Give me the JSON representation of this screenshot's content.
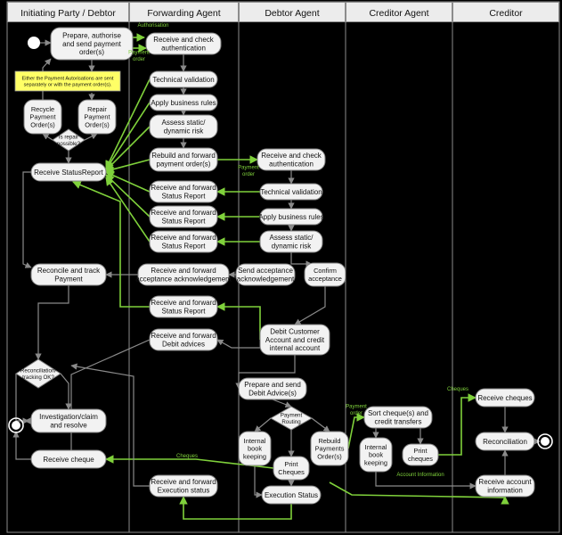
{
  "lanes": [
    {
      "id": "debtor",
      "label": "Initiating Party / Debtor"
    },
    {
      "id": "fwd",
      "label": "Forwarding Agent"
    },
    {
      "id": "dagent",
      "label": "Debtor Agent"
    },
    {
      "id": "cagent",
      "label": "Creditor Agent"
    },
    {
      "id": "creditor",
      "label": "Creditor"
    }
  ],
  "nodes": [
    {
      "id": "prepare",
      "lines": [
        "Prepare, authorise",
        "and send payment",
        "order(s)"
      ]
    },
    {
      "id": "recycle",
      "lines": [
        "Recycle",
        "Payment",
        "Order(s)"
      ]
    },
    {
      "id": "repair",
      "lines": [
        "Repair",
        "Payment",
        "Order(s)"
      ]
    },
    {
      "id": "receive_status",
      "lines": [
        "Receive StatusReport"
      ]
    },
    {
      "id": "reconcile_track",
      "lines": [
        "Reconcile and track",
        "Payment"
      ]
    },
    {
      "id": "investigate",
      "lines": [
        "Investigation/claim",
        "and resolve"
      ]
    },
    {
      "id": "receive_cheque",
      "lines": [
        "Receive cheque"
      ]
    },
    {
      "id": "fa_receive_check",
      "lines": [
        "Receive and check",
        "authentication"
      ]
    },
    {
      "id": "fa_tech",
      "lines": [
        "Technical validation"
      ]
    },
    {
      "id": "fa_rules",
      "lines": [
        "Apply business rules"
      ]
    },
    {
      "id": "fa_risk",
      "lines": [
        "Assess static/",
        "dynamic risk"
      ]
    },
    {
      "id": "fa_rebuild",
      "lines": [
        "Rebuild and forward",
        "payment order(s)"
      ]
    },
    {
      "id": "fa_status1",
      "lines": [
        "Receive and forward",
        "Status Report"
      ]
    },
    {
      "id": "fa_status2",
      "lines": [
        "Receive and forward",
        "Status Report"
      ]
    },
    {
      "id": "fa_status3",
      "lines": [
        "Receive and forward",
        "Status Report"
      ]
    },
    {
      "id": "fa_ack",
      "lines": [
        "Receive and forward",
        "acceptance acknowledgement"
      ]
    },
    {
      "id": "fa_status4",
      "lines": [
        "Receive and forward",
        "Status Report"
      ]
    },
    {
      "id": "fa_debit",
      "lines": [
        "Receive and forward",
        "Debit advices"
      ]
    },
    {
      "id": "fa_exec",
      "lines": [
        "Receive and forward",
        "Execution status"
      ]
    },
    {
      "id": "da_receive_check",
      "lines": [
        "Receive and check",
        "authentication"
      ]
    },
    {
      "id": "da_tech",
      "lines": [
        "Technical validation"
      ]
    },
    {
      "id": "da_rules",
      "lines": [
        "Apply business rules"
      ]
    },
    {
      "id": "da_risk",
      "lines": [
        "Assess static/",
        "dynamic risk"
      ]
    },
    {
      "id": "da_send_ack",
      "lines": [
        "Send acceptance",
        "acknowledgement"
      ]
    },
    {
      "id": "da_confirm",
      "lines": [
        "Confirm",
        "acceptance"
      ]
    },
    {
      "id": "da_debit",
      "lines": [
        "Debit Customer",
        "Account and credit",
        "internal account"
      ]
    },
    {
      "id": "da_prepare_debit",
      "lines": [
        "Prepare and send",
        "Debit Advice(s)"
      ]
    },
    {
      "id": "da_internal",
      "lines": [
        "Internal",
        "book",
        "keeping"
      ]
    },
    {
      "id": "da_print",
      "lines": [
        "Print",
        "Cheques"
      ]
    },
    {
      "id": "da_rebuild",
      "lines": [
        "Rebuild",
        "Payments",
        "Order(s)"
      ]
    },
    {
      "id": "da_exec",
      "lines": [
        "Execution Status"
      ]
    },
    {
      "id": "ca_sort",
      "lines": [
        "Sort cheque(s) and",
        "credit transfers"
      ]
    },
    {
      "id": "ca_internal",
      "lines": [
        "Internal",
        "book",
        "keeping"
      ]
    },
    {
      "id": "ca_print",
      "lines": [
        "Print",
        "cheques"
      ]
    },
    {
      "id": "cr_receive_cheques",
      "lines": [
        "Receive cheques"
      ]
    },
    {
      "id": "cr_reconciliation",
      "lines": [
        "Reconciliation"
      ]
    },
    {
      "id": "cr_receive_info",
      "lines": [
        "Receive account",
        "information"
      ]
    }
  ],
  "decisions": [
    {
      "id": "repair_possible",
      "lines": [
        "Is repair",
        "possible?"
      ]
    },
    {
      "id": "recon_ok",
      "lines": [
        "Reconciliation/",
        "tracking OK?"
      ]
    },
    {
      "id": "payment_routing",
      "lines": [
        "Payment",
        "Routing"
      ]
    }
  ],
  "note": {
    "lines": [
      "Either the Payment Autorisations are sent",
      "separately or with the payment order(s)."
    ]
  },
  "flow_labels": [
    {
      "id": "authorisation",
      "lines": [
        "Authorisation"
      ]
    },
    {
      "id": "payment_order_1",
      "lines": [
        "Payment",
        "order"
      ]
    },
    {
      "id": "payment_order_2",
      "lines": [
        "Payment",
        "order"
      ]
    },
    {
      "id": "payment_order_3",
      "lines": [
        "Payment",
        "order"
      ]
    },
    {
      "id": "cheques_1",
      "lines": [
        "Cheques"
      ]
    },
    {
      "id": "cheques_2",
      "lines": [
        "Cheques"
      ]
    },
    {
      "id": "account_information",
      "lines": [
        "Account Information"
      ]
    }
  ],
  "colors": {
    "background": "#000000",
    "lane_border": "#8c8c8c",
    "header_fill": "#ececec",
    "node_fill": "#f2f2f2",
    "node_stroke": "#7f7f7f",
    "flow_green": "#7fd13b",
    "flow_gray": "#8a8a8a",
    "note_fill": "#ffff66",
    "flow_label_text": "#7fd13b"
  }
}
